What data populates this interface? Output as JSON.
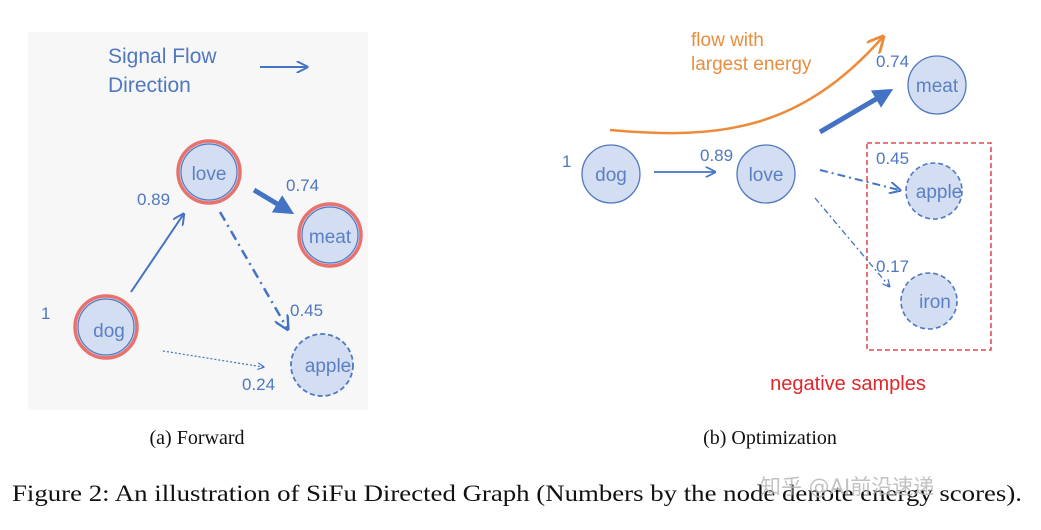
{
  "panel_a": {
    "legend_line1": "Signal Flow",
    "legend_line2": "Direction",
    "nodes": {
      "love": "love",
      "meat": "meat",
      "dog": "dog",
      "apple": "apple"
    },
    "scores": {
      "dog": "1",
      "love": "0.89",
      "meat": "0.74",
      "apple_top": "0.45",
      "apple_bottom": "0.24"
    },
    "subcaption": "(a) Forward"
  },
  "panel_b": {
    "flow_line1": "flow with",
    "flow_line2": "largest energy",
    "nodes": {
      "dog": "dog",
      "love": "love",
      "meat": "meat",
      "apple": "apple",
      "iron": "iron"
    },
    "scores": {
      "dog": "1",
      "love": "0.89",
      "meat": "0.74",
      "apple": "0.45",
      "iron": "0.17"
    },
    "negative_label": "negative samples",
    "subcaption": "(b) Optimization"
  },
  "caption": "Figure 2: An illustration of SiFu Directed Graph (Numbers by the node denote energy scores).",
  "watermark": "知乎 @AI前沿速递",
  "colors": {
    "node_fill": "#d3def3",
    "node_stroke": "#4f78c0",
    "highlight_ring": "#e8726d",
    "arrow": "#4472c4",
    "flow_orange": "#ec8b3a",
    "negative_red": "#e0262a"
  }
}
